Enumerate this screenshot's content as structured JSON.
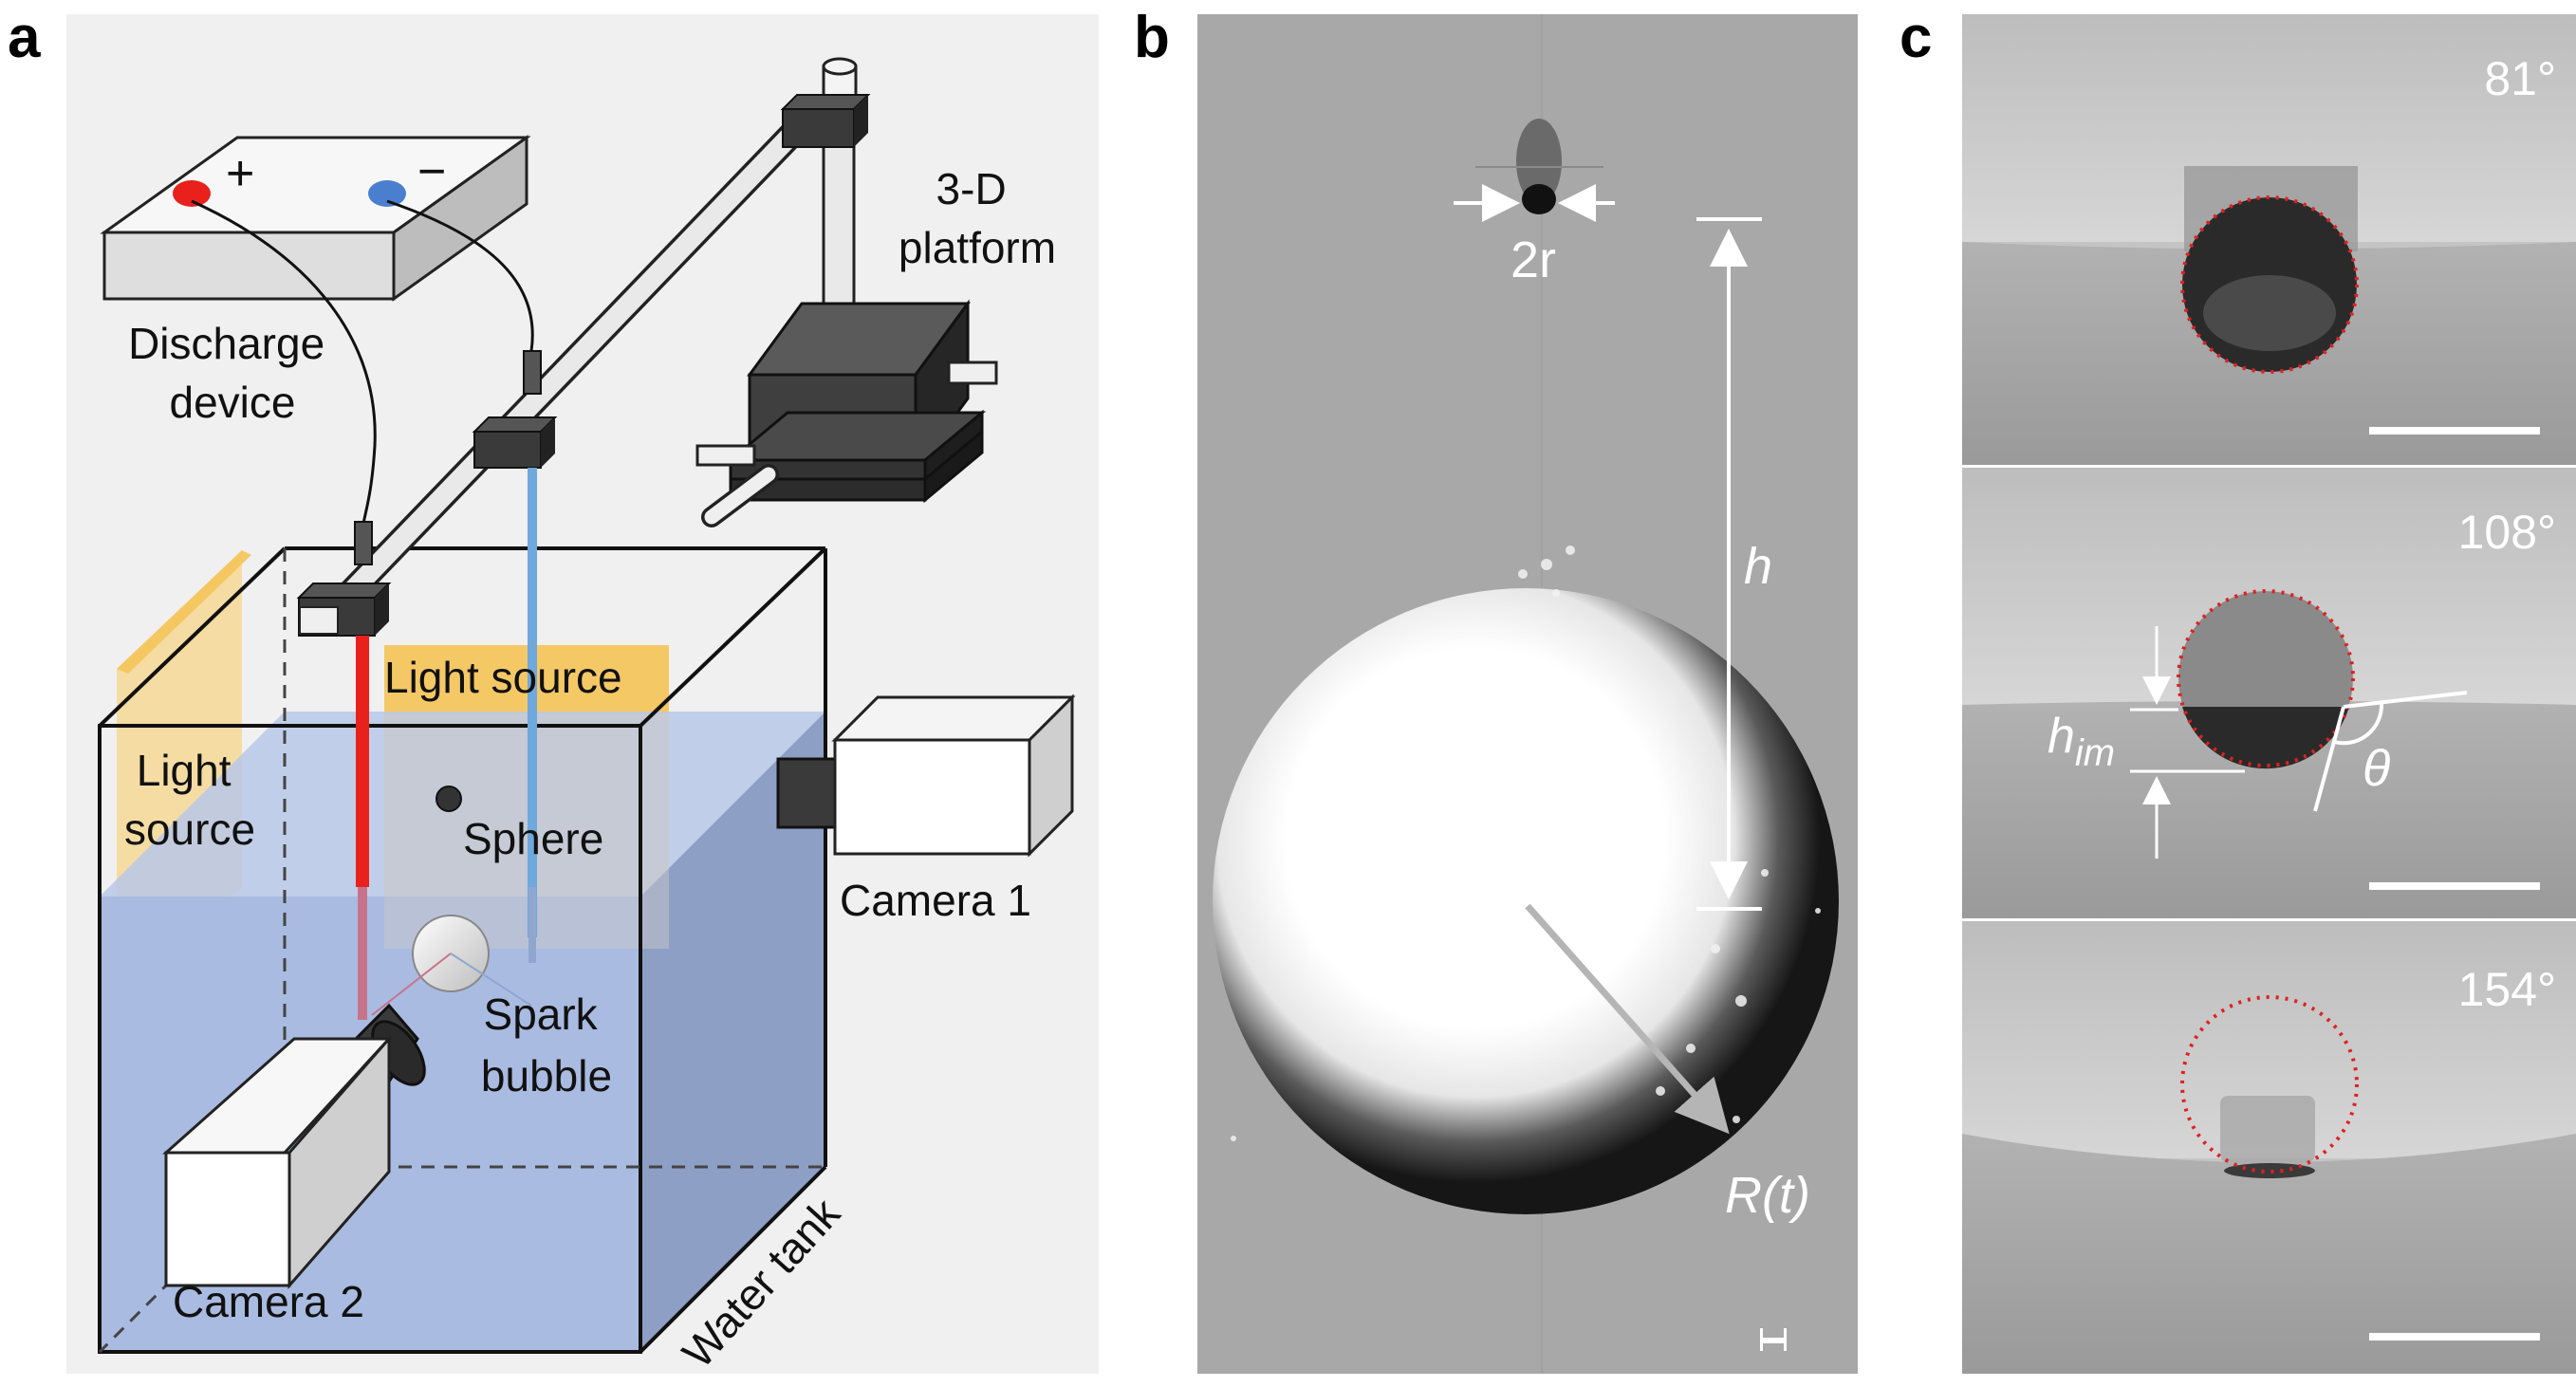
{
  "panels": {
    "a": {
      "letter": "a",
      "labels": {
        "discharge": [
          "Discharge",
          "device"
        ],
        "plus": "+",
        "minus": "−",
        "platform": [
          "3-D",
          "platform"
        ],
        "light_source_back": "Light source",
        "light_source_left": [
          "Light",
          "source"
        ],
        "sphere": "Sphere",
        "spark": [
          "Spark",
          "bubble"
        ],
        "camera1": "Camera 1",
        "camera2": "Camera 2",
        "water_tank": "Water tank"
      },
      "colors": {
        "panel_bg": "#f0f0f0",
        "water": "#a9bbe0",
        "positive_electrode": "#e8211c",
        "negative_electrode": "#4a7fd0",
        "blue_wire": "#6fa8dc",
        "light_source": "#f5c45a"
      }
    },
    "b": {
      "letter": "b",
      "labels": {
        "two_r": "2r",
        "h": "h",
        "R_t": "R(t)"
      }
    },
    "c": {
      "letter": "c",
      "angles": [
        "81°",
        "108°",
        "154°"
      ],
      "labels": {
        "h_im": "h",
        "h_im_sub": "im",
        "theta": "θ"
      },
      "colors": {
        "fit_circle": "#e02020"
      }
    }
  }
}
